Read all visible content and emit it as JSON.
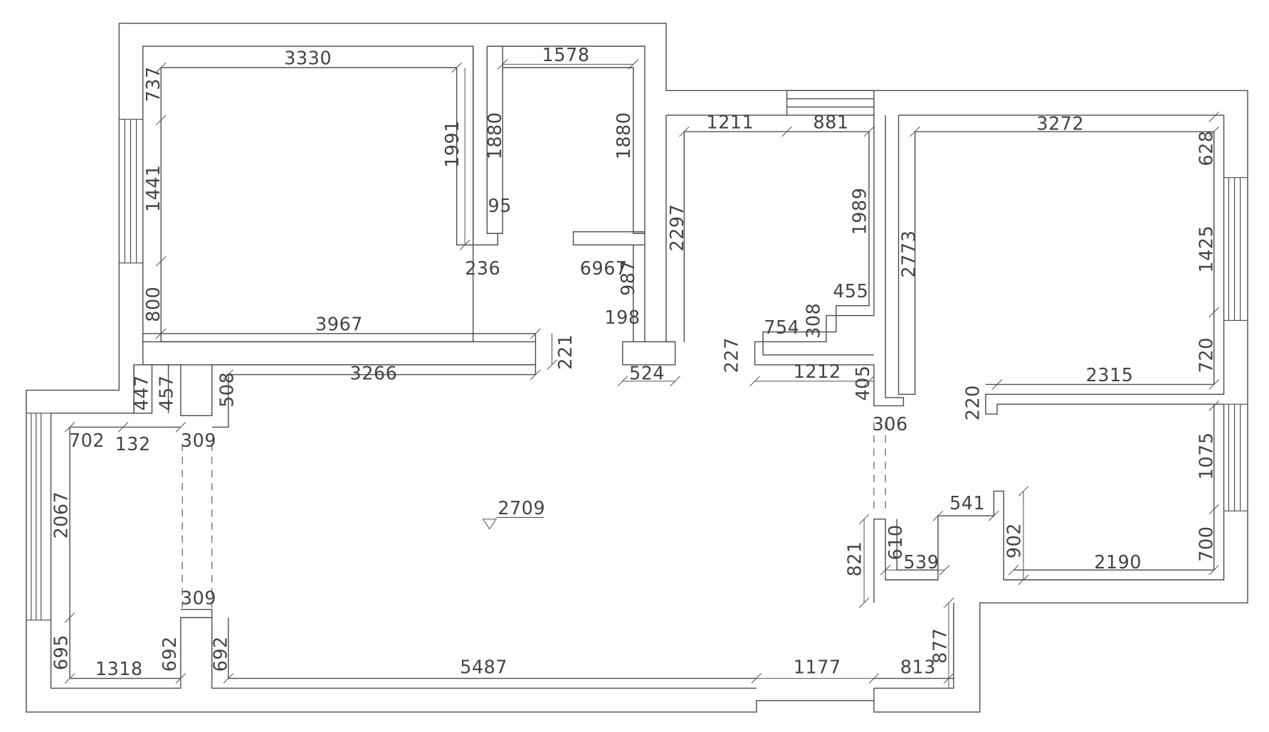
{
  "plan": {
    "level_mark": "2709",
    "dimensions": {
      "d3330": "3330",
      "d1578": "1578",
      "d737": "737",
      "d1441": "1441",
      "d800": "800",
      "d1991": "1991",
      "d1880a": "1880",
      "d1880b": "1880",
      "d95": "95",
      "d236": "236",
      "d6967": "6967",
      "d987": "987",
      "d198": "198",
      "d3967": "3967",
      "d221": "221",
      "d3266": "3266",
      "d508": "508",
      "d524": "524",
      "d447": "447",
      "d457": "457",
      "d702": "702",
      "d132": "132",
      "d309a": "309",
      "d309b": "309",
      "d2067": "2067",
      "d695": "695",
      "d1318": "1318",
      "d692a": "692",
      "d692b": "692",
      "d5487": "5487",
      "d1177": "1177",
      "d813": "813",
      "d877": "877",
      "d1211": "1211",
      "d881": "881",
      "d2297": "2297",
      "d1989": "1989",
      "d455": "455",
      "d754": "754",
      "d308": "308",
      "d227": "227",
      "d1212": "1212",
      "d405": "405",
      "d306": "306",
      "d2773": "2773",
      "d3272": "3272",
      "d628": "628",
      "d1425": "1425",
      "d720": "720",
      "d2315": "2315",
      "d220": "220",
      "d1075": "1075",
      "d700": "700",
      "d2190": "2190",
      "d902": "902",
      "d541": "541",
      "d610": "610",
      "d539": "539",
      "d821": "821"
    }
  }
}
